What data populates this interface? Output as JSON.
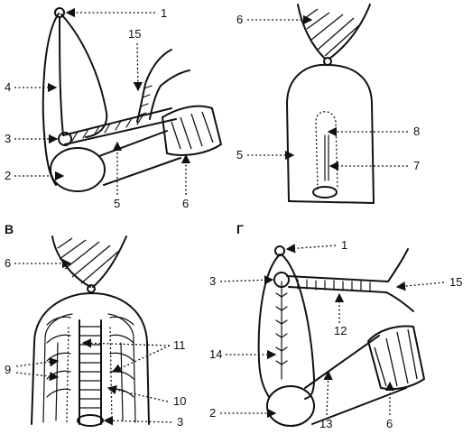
{
  "panels": {
    "v": "В",
    "g": "Г"
  },
  "labels": {
    "a_1": "1",
    "a_15": "15",
    "a_4": "4",
    "a_3": "3",
    "a_2": "2",
    "a_5": "5",
    "a_6": "6",
    "b_6": "6",
    "b_8": "8",
    "b_5": "5",
    "b_7": "7",
    "c_6": "6",
    "c_11": "11",
    "c_9": "9",
    "c_10": "10",
    "c_3": "3",
    "d_1": "1",
    "d_3": "3",
    "d_15": "15",
    "d_12": "12",
    "d_14": "14",
    "d_2": "2",
    "d_13": "13",
    "d_6": "6"
  }
}
